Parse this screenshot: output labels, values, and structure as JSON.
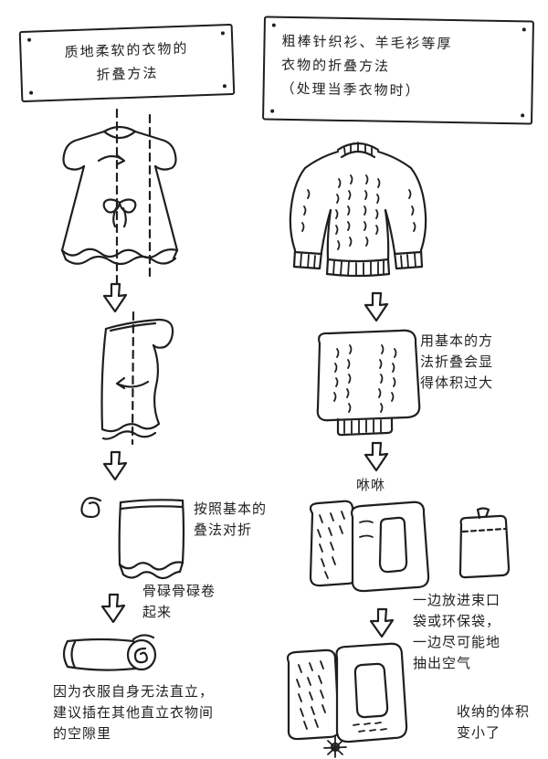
{
  "colors": {
    "ink": "#1f1f1f",
    "paper": "#ffffff"
  },
  "left_column": {
    "title": "质地柔软的衣物的\n折叠方法",
    "fold_note": "按照基本的\n叠法对折",
    "roll_note": "骨碌骨碌卷\n起来",
    "bottom_note": "因为衣服自身无法直立，\n建议插在其他直立衣物间\n的空隙里"
  },
  "right_column": {
    "title": "粗棒针织衫、羊毛衫等厚\n衣物的折叠方法\n（处理当季衣物时）",
    "bulk_note": "用基本的方\n法折叠会显\n得体积过大",
    "sfx": "咻咻",
    "bag_note": "一边放进束口\n袋或环保袋，\n一边尽可能地\n抽出空气",
    "result_note": "收纳的体积\n变小了"
  },
  "drawings": {
    "blouse": "soft-top-with-fold-lines",
    "folded_blouse": "vertically-folded-top",
    "folded_rect": "basic-fold-rectangle",
    "roll": "rolled-garment",
    "sweater": "chunky-knit-sweater",
    "folded_sweater": "folded-sweater",
    "stuffing": "sweater-into-bag",
    "pouch": "drawstring-pouch",
    "result": "compressed-bundles"
  }
}
